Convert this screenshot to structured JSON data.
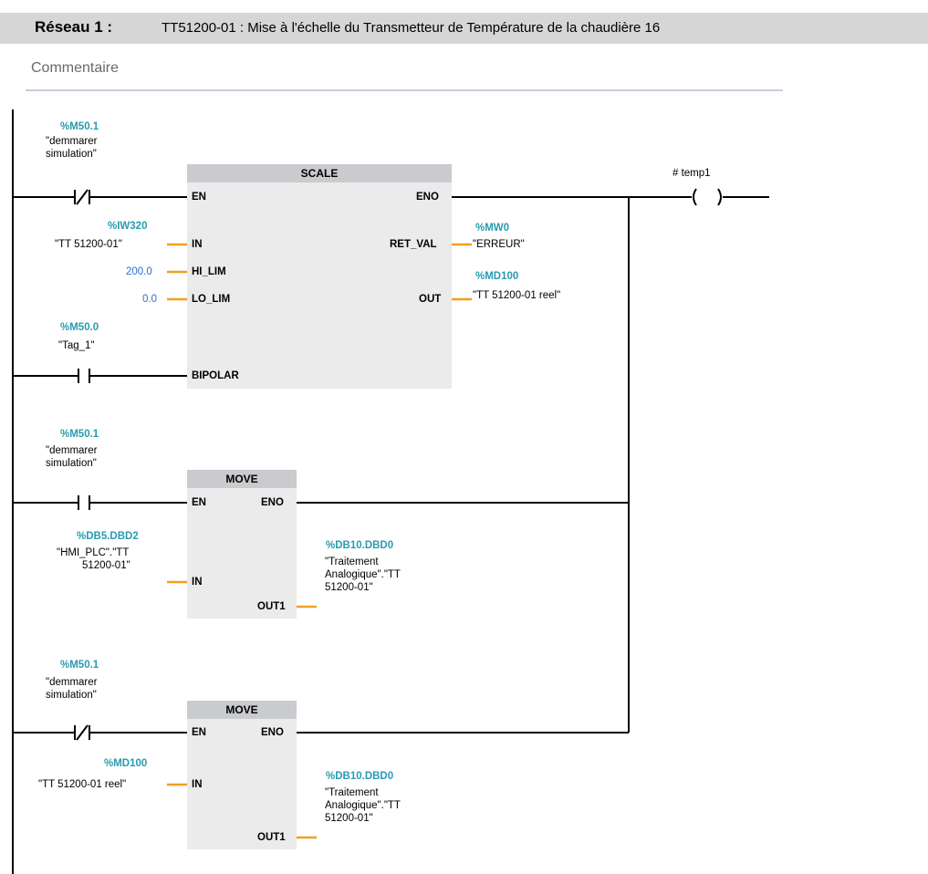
{
  "network": {
    "title": "Réseau 1 :",
    "description": "TT51200-01 : Mise à l'échelle du Transmetteur de Température de la chaudière 16",
    "comment": "Commentaire"
  },
  "rung1": {
    "contact_addr": "%M50.1",
    "contact_sym1": "\"demmarer",
    "contact_sym2": "simulation\"",
    "block_title": "SCALE",
    "pin_en": "EN",
    "pin_eno": "ENO",
    "pin_in": "IN",
    "pin_hi": "HI_LIM",
    "pin_lo": "LO_LIM",
    "pin_bipolar": "BIPOLAR",
    "pin_ret": "RET_VAL",
    "pin_out": "OUT",
    "in_addr": "%IW320",
    "in_sym": "\"TT 51200-01\"",
    "hi_val": "200.0",
    "lo_val": "0.0",
    "bip_addr": "%M50.0",
    "bip_sym": "\"Tag_1\"",
    "ret_addr": "%MW0",
    "ret_sym": "\"ERREUR\"",
    "out_addr": "%MD100",
    "out_sym": "\"TT 51200-01 reel\"",
    "coil_label": "# temp1"
  },
  "rung2": {
    "contact_addr": "%M50.1",
    "contact_sym1": "\"demmarer",
    "contact_sym2": "simulation\"",
    "block_title": "MOVE",
    "pin_en": "EN",
    "pin_eno": "ENO",
    "pin_in": "IN",
    "pin_out": "OUT1",
    "in_addr": "%DB5.DBD2",
    "in_sym1": "\"HMI_PLC\".\"TT",
    "in_sym2": "51200-01\"",
    "out_addr": "%DB10.DBD0",
    "out_sym1": "\"Traitement",
    "out_sym2": "Analogique\".\"TT",
    "out_sym3": "51200-01\""
  },
  "rung3": {
    "contact_addr": "%M50.1",
    "contact_sym1": "\"demmarer",
    "contact_sym2": "simulation\"",
    "block_title": "MOVE",
    "pin_en": "EN",
    "pin_eno": "ENO",
    "pin_in": "IN",
    "pin_out": "OUT1",
    "in_addr": "%MD100",
    "in_sym": "\"TT 51200-01 reel\"",
    "out_addr": "%DB10.DBD0",
    "out_sym1": "\"Traitement",
    "out_sym2": "Analogique\".\"TT",
    "out_sym3": "51200-01\""
  }
}
